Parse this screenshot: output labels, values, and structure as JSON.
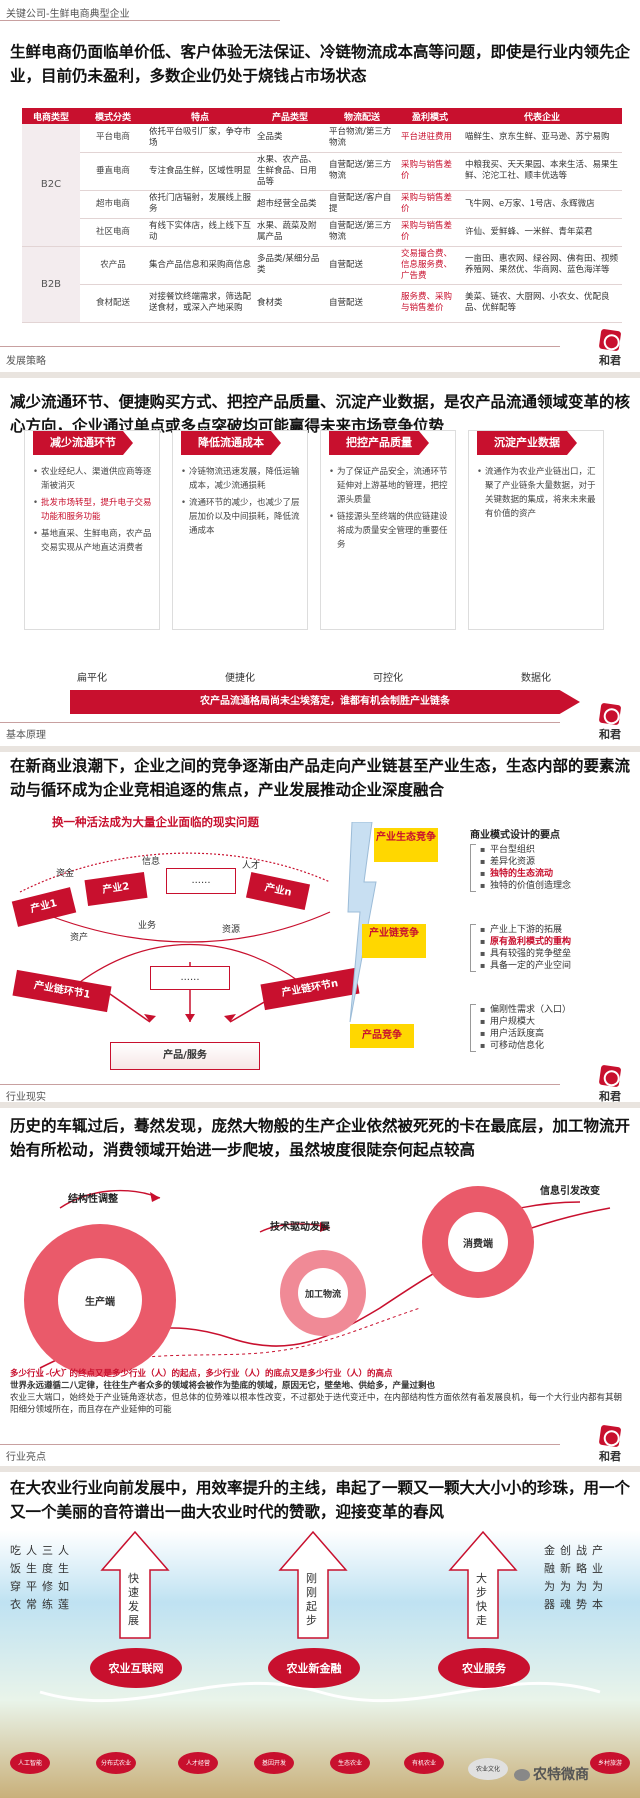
{
  "slide1": {
    "company": "关键公司-生鲜电商典型企业",
    "headline": "生鲜电商仍面临单价低、客户体验无法保证、冷链物流成本高等问题，即使是行业内领先企业，目前仍未盈利，多数企业仍处于烧钱占市场状态",
    "table": {
      "headers": [
        "电商类型",
        "模式分类",
        "特点",
        "产品类型",
        "物流配送",
        "盈利模式",
        "代表企业"
      ],
      "b2c": "B2C",
      "b2b": "B2B",
      "rows": [
        [
          "平台电商",
          "依托平台吸引厂家，争夺市场",
          "全品类",
          "平台物流/第三方物流",
          "平台进驻费用",
          "喵鲜生、京东生鲜、亚马逊、苏宁易购"
        ],
        [
          "垂直电商",
          "专注食品生鲜，区域性明显",
          "水果、农产品、生鲜食品、日用品等",
          "自营配送/第三方物流",
          "采购与销售差价",
          "中粮我买、天天果园、本来生活、易果生鲜、沱沱工社、顺丰优选等"
        ],
        [
          "超市电商",
          "依托门店辐射，发展线上服务",
          "超市经营全品类",
          "自营配送/客户自提",
          "采购与销售差价",
          "飞牛网、e万家、1号店、永辉微店"
        ],
        [
          "社区电商",
          "有线下实体店，线上线下互动",
          "水果、蔬菜及附属产品",
          "自营配送/第三方物流",
          "采购与销售差价",
          "许仙、爱鲜蜂、一米鲜、青年菜君"
        ],
        [
          "农产品",
          "集合产品信息和采购商信息",
          "多品类/某细分品类",
          "自营配送",
          "交易撮合费、信息服务费、广告费",
          "一亩田、惠农网、绿谷网、佛有田、视频养殖网、果然优、华商网、蓝色海洋等"
        ],
        [
          "食材配送",
          "对接餐饮终端需求，筛选配送食材，或深入产地采购",
          "食材类",
          "自营配送",
          "服务费、采购与销售差价",
          "美菜、链农、大厨网、小农女、优配良品、优鲜配等"
        ]
      ]
    },
    "footer": "发展策略",
    "logo_text": "和君"
  },
  "slide2": {
    "headline": "减少流通环节、便捷购买方式、把控产品质量、沉淀产业数据，是农产品流通领域变革的核心方向，企业通过单点或多点突破均可能赢得未来市场竞争位势",
    "boxes": [
      {
        "title": "减少流通环节",
        "items": [
          "农业经纪人、渠道供应商等逐渐被消灭",
          "批发市场转型，提升电子交易功能和服务功能",
          "基地直采、生鲜电商，农产品交易实现从产地直达消费者"
        ],
        "tag": "扁平化"
      },
      {
        "title": "降低流通成本",
        "items": [
          "冷链物流迅速发展，降低运输成本，减少流通损耗",
          "流通环节的减少，也减少了层层加价以及中间损耗，降低流通成本"
        ],
        "tag": "便捷化"
      },
      {
        "title": "把控产品质量",
        "items": [
          "为了保证产品安全，流通环节延伸对上游基地的管理，把控源头质量",
          "链接源头至终端的供应链建设将成为质量安全管理的重要任务"
        ],
        "tag": "可控化"
      },
      {
        "title": "沉淀产业数据",
        "items": [
          "流通作为农业产业链出口，汇聚了产业链条大量数据，对于关键数据的集成，将来未来最有价值的资产"
        ],
        "tag": "数据化"
      }
    ],
    "banner": "农产品流通格局尚未尘埃落定，谁都有机会制胜产业链条",
    "footer": "基本原理",
    "logo_text": "和君"
  },
  "slide3": {
    "headline": "在新商业浪潮下，企业之间的竞争逐渐由产品走向产业链甚至产业生态，生态内部的要素流动与循环成为企业竞相追逐的焦点，产业发展推动企业深度融合",
    "subtitle": "换一种活法成为大量企业面临的现实问题",
    "top_nodes": [
      "产业1",
      "产业2",
      "......",
      "产业n"
    ],
    "chain_nodes": [
      "产业链环节1",
      "......",
      "产业链环节n"
    ],
    "product": "产品/服务",
    "resources": [
      "资金",
      "信息",
      "人才",
      "资产",
      "业务",
      "资源"
    ],
    "stages": [
      "产业生态竞争",
      "产业链竞争",
      "产品竞争"
    ],
    "design_title": "商业模式设计的要点",
    "group1": [
      {
        "text": "平台型组织",
        "red": false
      },
      {
        "text": "差异化资源",
        "red": false
      },
      {
        "text": "独特的生态流动",
        "red": true
      },
      {
        "text": "独特的价值创造理念",
        "red": false
      }
    ],
    "group2": [
      {
        "text": "产业上下游的拓展",
        "red": false
      },
      {
        "text": "原有盈利模式的重构",
        "red": true
      },
      {
        "text": "具有较强的竞争壁垒",
        "red": false
      },
      {
        "text": "具备一定的产业空间",
        "red": false
      }
    ],
    "group3": [
      {
        "text": "偏刚性需求（入口）",
        "red": false
      },
      {
        "text": "用户规模大",
        "red": false
      },
      {
        "text": "用户活跃度高",
        "red": false
      },
      {
        "text": "可移动信息化",
        "red": false
      }
    ],
    "footer": "行业现实",
    "logo_text": "和君"
  },
  "slide4": {
    "headline": "历史的车辄过后，蓦然发现，庞然大物般的生产企业依然被死死的卡在最底层，加工物流开始有所松动，消费领域开始进一步爬坡，虽然坡度很陡奈何起点较高",
    "labels": [
      "结构性调整",
      "技术驱动发展",
      "信息引发改变"
    ],
    "rings": [
      "生产端",
      "加工物流",
      "消费端"
    ],
    "note1": "多少行业（人）的终点又是多少行业（人）的起点，多少行业（人）的底点又是多少行业（人）的高点",
    "note2": "世界永远遵循二八定律，往往生产者众多的领域将会被作为垫底的领域，原因无它，壁垒地、供给多，产量过剩也",
    "note3": "农业三大端口，始终处于产业链角逐状态，但总体的位势难以根本性改变，不过都处于迭代变迁中，在内部结构性方面依然有着发展良机，每一个大行业内都有其朝阳细分领域所在，而且存在产业延伸的可能",
    "footer": "行业亮点",
    "logo_text": "和君"
  },
  "slide5": {
    "headline": "在大农业行业向前发展中，用效率提升的主线，串起了一颗又一颗大大小小的珍珠，用一个又一个美丽的音符谱出一曲大农业时代的赞歌，迎接变革的春风",
    "poem_left": [
      "吃人三人",
      "饭生度生",
      "穿平修如",
      "衣常练莲"
    ],
    "poem_right": [
      "金创战产",
      "融新略业",
      "为为为为",
      "器魂势本"
    ],
    "arrows": [
      "快速发展",
      "刚刚起步",
      "大步快走"
    ],
    "ovals": [
      "农业互联网",
      "农业新金融",
      "农业服务"
    ],
    "bottom": [
      "人工智能",
      "分布式农业",
      "人才经营",
      "基因开发",
      "生态农业",
      "有机农业",
      "农业文化",
      "乡村旅游"
    ],
    "watermark": "农特微商"
  }
}
